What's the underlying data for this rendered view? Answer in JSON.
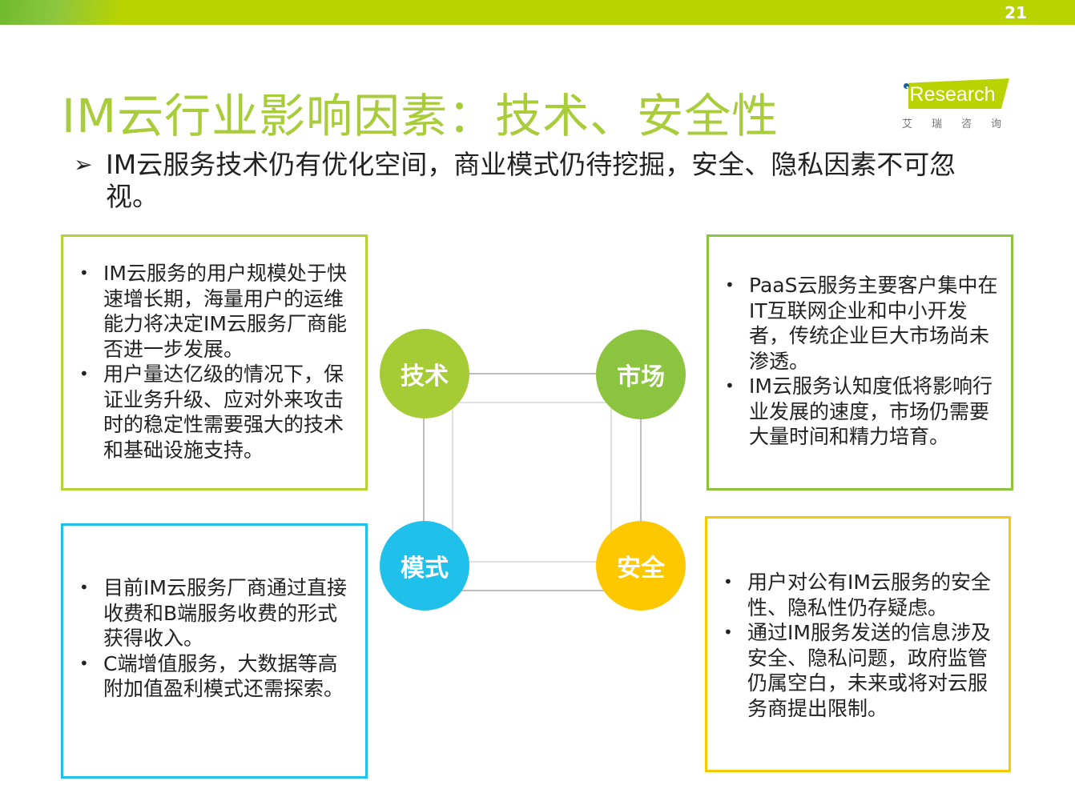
{
  "page_number": "21",
  "title": "IM云行业影响因素：技术、安全性",
  "logo": {
    "word": "iResearch",
    "cn": "艾瑞咨询"
  },
  "subtitle": {
    "arrow": "➢",
    "text": "IM云服务技术仍有优化空间，商业模式仍待挖掘，安全、隐私因素不可忽视。"
  },
  "colors": {
    "tech": "#a5cc35",
    "market": "#8cc43f",
    "model": "#1fc0ea",
    "security": "#fdc800"
  },
  "factors": {
    "tech": "技术",
    "market": "市场",
    "model": "模式",
    "security": "安全"
  },
  "boxes": {
    "tech": [
      "IM云服务的用户规模处于快速增长期，海量用户的运维能力将决定IM云服务厂商能否进一步发展。",
      "用户量达亿级的情况下，保证业务升级、应对外来攻击时的稳定性需要强大的技术和基础设施支持。"
    ],
    "market": [
      "PaaS云服务主要客户集中在IT互联网企业和中小开发者，传统企业巨大市场尚未渗透。",
      "IM云服务认知度低将影响行业发展的速度，市场仍需要大量时间和精力培育。"
    ],
    "model": [
      "目前IM云服务厂商通过直接收费和B端服务收费的形式获得收入。",
      "C端增值服务，大数据等高附加值盈利模式还需探索。"
    ],
    "security": [
      "用户对公有IM云服务的安全性、隐私性仍存疑虑。",
      "通过IM服务发送的信息涉及安全、隐私问题，政府监管仍属空白，未来或将对云服务商提出限制。"
    ]
  }
}
